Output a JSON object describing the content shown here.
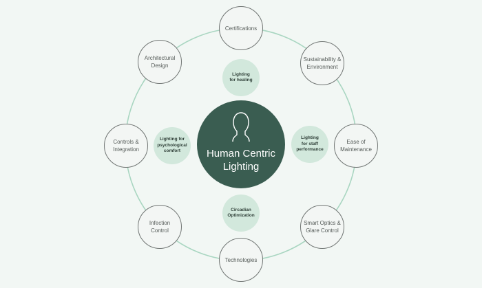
{
  "center": {
    "title_line1": "Human Centric",
    "title_line2": "Lighting",
    "icon": "head-silhouette-icon"
  },
  "outer_nodes": [
    {
      "id": "certifications",
      "line1": "Certifications",
      "line2": ""
    },
    {
      "id": "sustainability",
      "line1": "Sustainability &",
      "line2": "Environment"
    },
    {
      "id": "ease-of-maintenance",
      "line1": "Ease of",
      "line2": "Maintenance"
    },
    {
      "id": "smart-optics",
      "line1": "Smart Optics &",
      "line2": "Glare Control"
    },
    {
      "id": "technologies",
      "line1": "Technologies",
      "line2": ""
    },
    {
      "id": "infection-control",
      "line1": "Infection",
      "line2": "Control"
    },
    {
      "id": "controls-integration",
      "line1": "Controls &",
      "line2": "Integration"
    },
    {
      "id": "architectural-design",
      "line1": "Architectural",
      "line2": "Design"
    }
  ],
  "inner_nodes": [
    {
      "id": "healing",
      "lines": [
        "Lighting",
        "for healing"
      ]
    },
    {
      "id": "staff-performance",
      "lines": [
        "Lighting",
        "for staff",
        "performance"
      ]
    },
    {
      "id": "circadian",
      "lines": [
        "Circadian",
        "Optimization"
      ]
    },
    {
      "id": "psychological-comfort",
      "lines": [
        "Lighting for",
        "psychological",
        "comfort"
      ]
    }
  ],
  "colors": {
    "background": "#f2f7f4",
    "ring": "#a9d6c1",
    "center": "#3a5d51",
    "inner": "#d2e8dc",
    "outer_stroke": "#707573"
  }
}
